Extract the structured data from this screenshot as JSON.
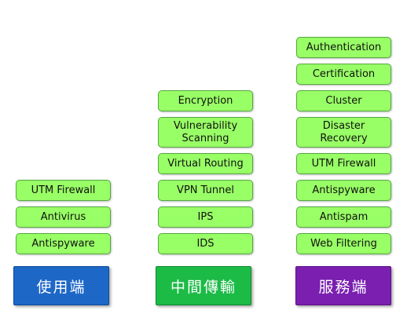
{
  "columns": {
    "client": {
      "title": "使用端",
      "color": "#1d67c7",
      "items": [
        "UTM Firewall",
        "Antivirus",
        "Antispyware"
      ]
    },
    "middle": {
      "title": "中間傳輸",
      "color": "#1cbb46",
      "items": [
        "Encryption",
        "Vulnerability\nScanning",
        "Virtual Routing",
        "VPN Tunnel",
        "IPS",
        "IDS"
      ]
    },
    "server": {
      "title": "服務端",
      "color": "#7a1fb0",
      "items": [
        "Authentication",
        "Certification",
        "Cluster",
        "Disaster\nRecovery",
        "UTM Firewall",
        "Antispyware",
        "Antispam",
        "Web Filtering"
      ]
    }
  },
  "box_color": "#99ff66"
}
